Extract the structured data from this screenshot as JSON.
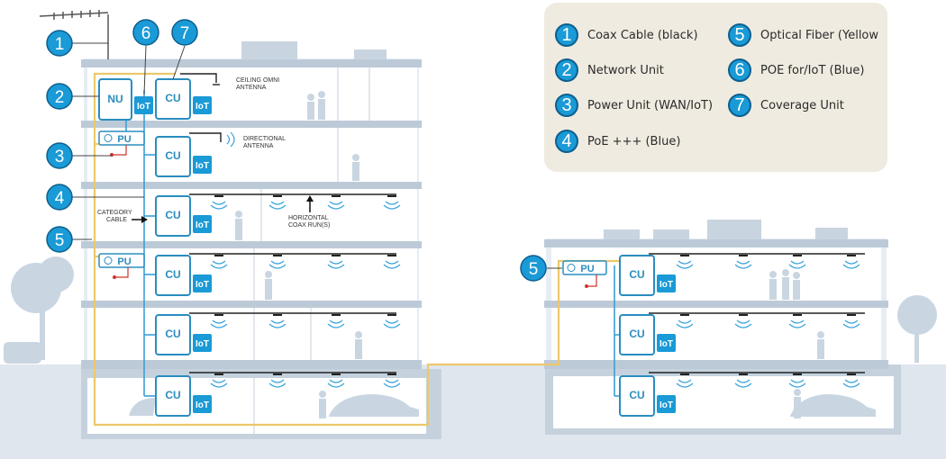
{
  "legend": {
    "items": [
      {
        "num": "1",
        "label": "Coax Cable (black)"
      },
      {
        "num": "2",
        "label": "Network Unit"
      },
      {
        "num": "3",
        "label": "Power Unit (WAN/IoT)"
      },
      {
        "num": "4",
        "label": "PoE +++ (Blue)"
      },
      {
        "num": "5",
        "label": "Optical Fiber (Yellow"
      },
      {
        "num": "6",
        "label": "POE for/IoT (Blue)"
      },
      {
        "num": "7",
        "label": "Coverage Unit"
      }
    ]
  },
  "callouts": {
    "c1": "1",
    "c2": "2",
    "c3": "3",
    "c4": "4",
    "c5": "5",
    "c6": "6",
    "c7": "7",
    "c5b": "5"
  },
  "units": {
    "nu": "NU",
    "cu": "CU",
    "pu": "PU",
    "iot": "IoT"
  },
  "annotations": {
    "ceiling_omni_1": "CEILING OMNI",
    "ceiling_omni_2": "ANTENNA",
    "directional_1": "DIRECTIONAL",
    "directional_2": "ANTENNA",
    "category_1": "CATEGORY",
    "category_2": "CABLE",
    "horizontal_1": "HORIZONTAL",
    "horizontal_2": "COAX RUN(S)"
  },
  "colors": {
    "building": "#d9e2ec",
    "slab": "#bccad8",
    "unit": "#2a8dbf",
    "iot": "#1a9ad6",
    "fiber": "#ecc86a",
    "coax": "#222222",
    "poe": "#3a9fd6",
    "callout": "#1a9ad6"
  }
}
